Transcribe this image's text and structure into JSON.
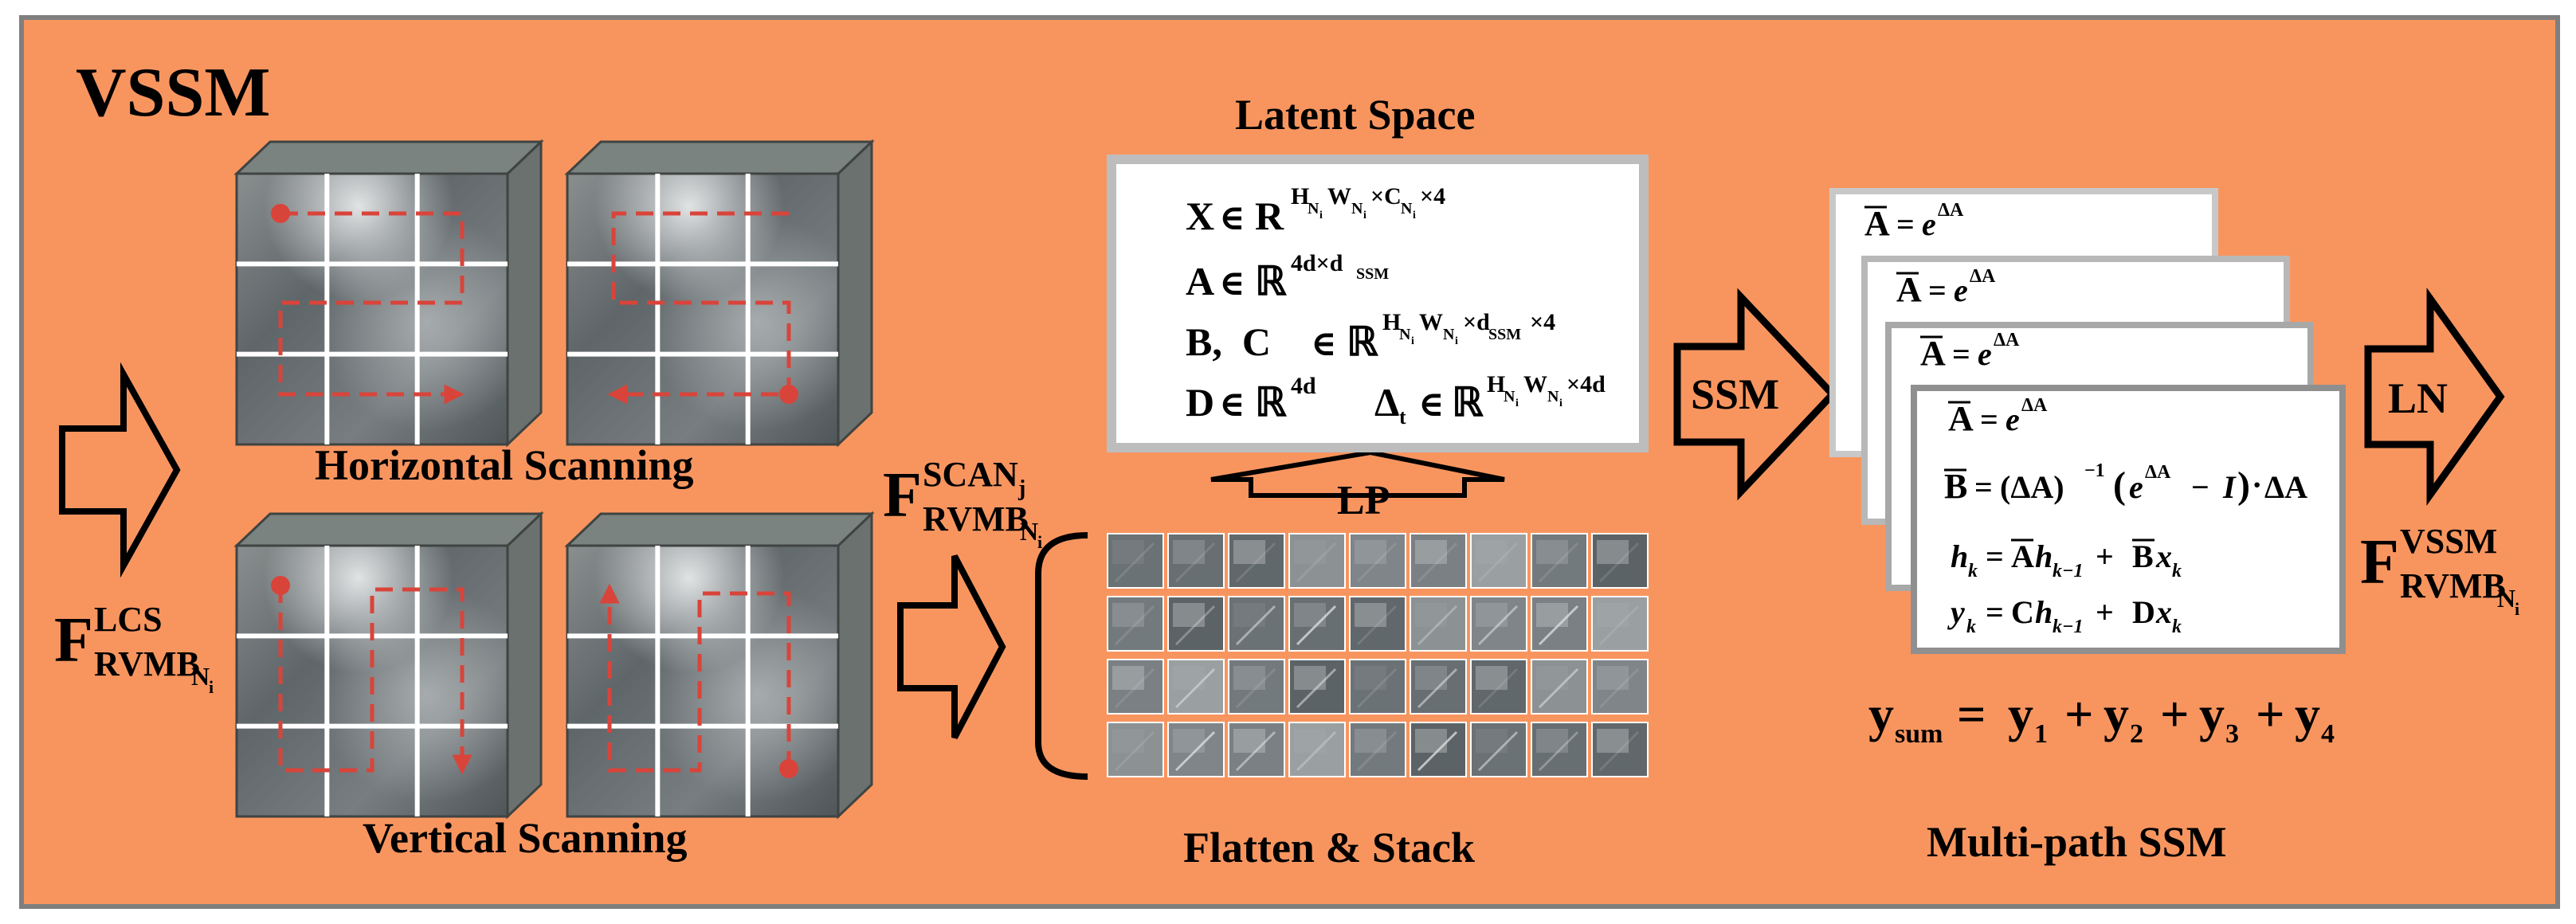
{
  "colors": {
    "panel_bg": "#F8955F",
    "panel_border": "#7f7f7f",
    "tile_dark": "#5d6468",
    "cube_side": "#6b716e",
    "grid_line": "#ffffff",
    "scan_path": "#d9443a",
    "box_border": "#b5b5b5",
    "arrow_stroke": "#000000"
  },
  "title": "VSSM",
  "scanning": {
    "horizontal_label": "Horizontal Scanning",
    "vertical_label": "Vertical Scanning"
  },
  "feature_labels": {
    "input": {
      "main": "F",
      "sup": "LCS",
      "sub": "RVMB",
      "subsub": "N",
      "subsubsub": "i"
    },
    "scan": {
      "main": "F",
      "sup": "SCAN",
      "supsub": "j",
      "sub": "RVMB",
      "subsub": "N",
      "subsubsub": "i"
    },
    "output": {
      "main": "F",
      "sup": "VSSM",
      "sub": "RVMB",
      "subsub": "N",
      "subsubsub": "i"
    }
  },
  "latent": {
    "title": "Latent Space",
    "lp_label": "LP",
    "eq1": {
      "lhs": "X",
      "rel": "∈",
      "set": "R",
      "sup": "H",
      "sup2": "W",
      "sup3": "×C",
      "sup4": "×4",
      "subN": "N",
      "subi": "i"
    },
    "eq2": {
      "lhs": "A",
      "rel": "∈",
      "set": "ℝ",
      "sup": "4d×d",
      "supsub": "SSM"
    },
    "eq3": {
      "lhs": "B,  C",
      "rel": "∈",
      "set": "ℝ",
      "sup": "H",
      "sup2": "W",
      "sup3": "×d",
      "sup3sub": "SSM",
      "sup4": "×4",
      "subN": "N",
      "subi": "i"
    },
    "eq4": {
      "lhs": "D",
      "rel": "∈",
      "set": "ℝ",
      "sup": "4d",
      "lhs2": "Δ",
      "lhs2sub": "t",
      "sup5": "H",
      "sup6": "W",
      "sup7": "×4d",
      "subN": "N",
      "subi": "i"
    }
  },
  "flatten_label": "Flatten & Stack",
  "ssm_label": "SSM",
  "ln_label": "LN",
  "multipath": {
    "label": "Multi-path SSM",
    "eq_abar": {
      "bar": "A",
      "rel": "=",
      "base": "e",
      "sup": "ΔA"
    },
    "eq_bbar": {
      "bar": "B",
      "rel": "=",
      "text": "(ΔA)",
      "inv": "−1",
      "paren_open": "(",
      "e": "e",
      "esup": "ΔA",
      "minus": " − ",
      "I": "I",
      "paren_close": ")",
      "dot": "·",
      "tail": "ΔA"
    },
    "eq_h": {
      "h": "h",
      "k": "k",
      "rel": "=",
      "A": "A",
      "h2": "h",
      "km1": "k−1",
      "plus": " + ",
      "B": "B",
      "x": "x",
      "k2": "k"
    },
    "eq_y": {
      "y": "y",
      "k": "k",
      "rel": "=",
      "C": "C",
      "h": "h",
      "km1": "k−1",
      "plus": " + ",
      "D": "D",
      "x": "x",
      "k2": "k"
    },
    "sum": {
      "y": "y",
      "sub": "sum",
      "eq": " = ",
      "terms": [
        "y",
        "1",
        " + ",
        "y",
        "2",
        " + ",
        "y",
        "3",
        " + ",
        "y",
        "4"
      ]
    }
  }
}
